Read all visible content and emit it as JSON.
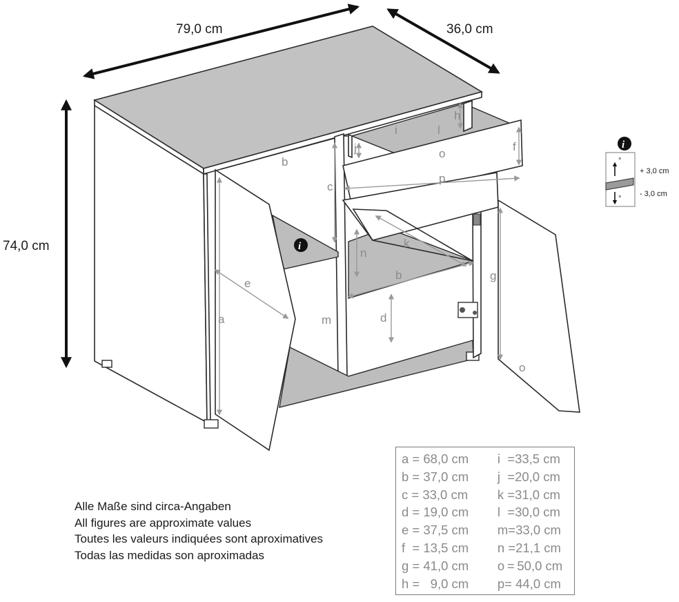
{
  "dimensions": {
    "width": "79,0 cm",
    "depth": "36,0 cm",
    "height": "74,0 cm"
  },
  "part_labels": [
    "a",
    "b",
    "c",
    "d",
    "e",
    "f",
    "g",
    "h",
    "i",
    "j",
    "k",
    "l",
    "m",
    "n",
    "o",
    "p"
  ],
  "adjust_info": {
    "up": "+ 3,0 cm",
    "down": "-  3,0 cm"
  },
  "notes": [
    "Alle Maße sind circa-Angaben",
    "All figures are approximate values",
    "Toutes les valeurs indiquées sont aproximatives",
    "Todas las medidas son aproximadas"
  ],
  "legend": {
    "rows": [
      {
        "left": "a = 68,0 cm",
        "right": "i  =33,5 cm"
      },
      {
        "left": "b = 37,0 cm",
        "right": "j  =20,0 cm"
      },
      {
        "left": "c = 33,0 cm",
        "right": "k =31,0 cm"
      },
      {
        "left": "d = 19,0 cm",
        "right": "l  =30,0 cm"
      },
      {
        "left": "e = 37,5 cm",
        "right": "m=33,0 cm"
      },
      {
        "left": "f  = 13,5 cm",
        "right": "n =21,1 cm"
      },
      {
        "left": "g = 41,0 cm",
        "right": "o = 50,0 cm"
      },
      {
        "left": "h =   9,0 cm",
        "right": "p= 44,0 cm"
      }
    ]
  }
}
